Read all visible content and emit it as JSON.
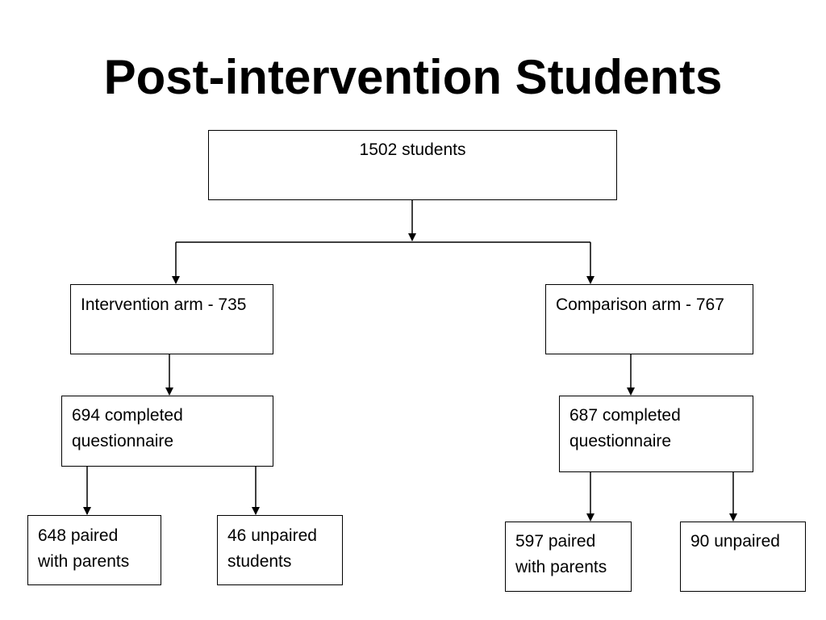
{
  "title": "Post-intervention Students",
  "nodes": {
    "total": "1502 students",
    "intervention_arm": "Intervention arm - 735",
    "comparison_arm": "Comparison arm - 767",
    "intervention_completed": "694 completed\nquestionnaire",
    "comparison_completed": "687 completed\nquestionnaire",
    "intervention_paired": "648 paired\nwith parents",
    "intervention_unpaired": "46 unpaired\nstudents",
    "comparison_paired": "597 paired\nwith parents",
    "comparison_unpaired": "90 unpaired"
  },
  "edges": [
    {
      "from": "total",
      "to": "intervention_arm"
    },
    {
      "from": "total",
      "to": "comparison_arm"
    },
    {
      "from": "intervention_arm",
      "to": "intervention_completed"
    },
    {
      "from": "comparison_arm",
      "to": "comparison_completed"
    },
    {
      "from": "intervention_completed",
      "to": "intervention_paired"
    },
    {
      "from": "intervention_completed",
      "to": "intervention_unpaired"
    },
    {
      "from": "comparison_completed",
      "to": "comparison_paired"
    },
    {
      "from": "comparison_completed",
      "to": "comparison_unpaired"
    }
  ],
  "colors": {
    "stroke": "#000000",
    "fill": "#ffffff",
    "text": "#000000"
  }
}
